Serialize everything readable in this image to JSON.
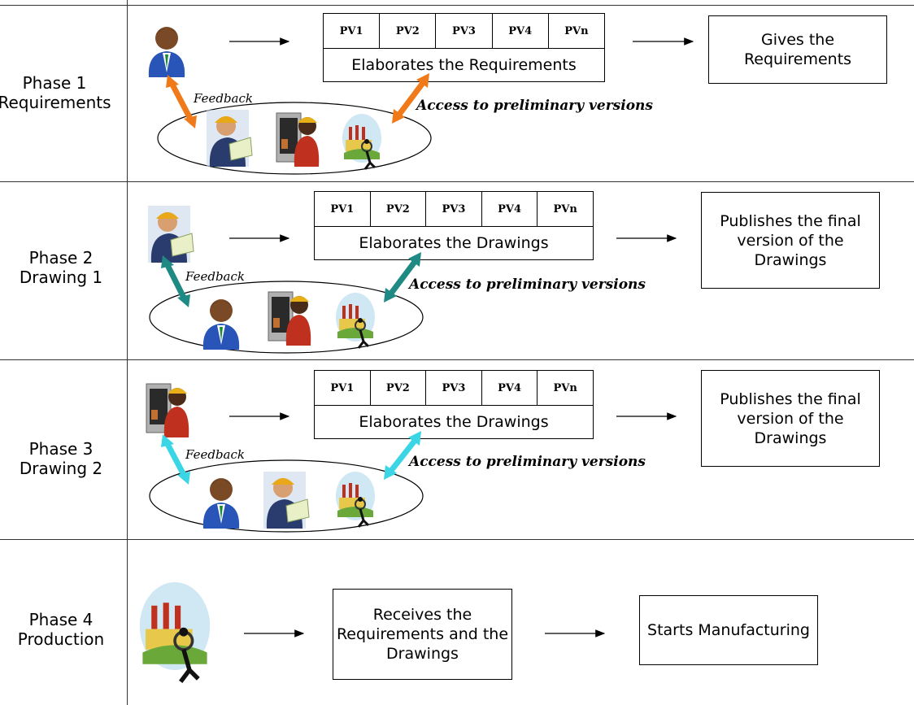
{
  "phases": [
    {
      "label_line1": "Phase 1",
      "label_line2": "Requirements",
      "pv_labels": [
        "PV1",
        "PV2",
        "PV3",
        "PV4",
        "PVn"
      ],
      "pv_caption": "Elaborates the Requirements",
      "result": "Gives the Requirements",
      "feedback": "Feedback",
      "access": "Access to preliminary versions",
      "arrow_color": "#f07a1a"
    },
    {
      "label_line1": "Phase 2",
      "label_line2": "Drawing 1",
      "pv_labels": [
        "PV1",
        "PV2",
        "PV3",
        "PV4",
        "PVn"
      ],
      "pv_caption": "Elaborates the Drawings",
      "result": "Publishes the final version of the Drawings",
      "feedback": "Feedback",
      "access": "Access to preliminary versions",
      "arrow_color": "#1f8a84"
    },
    {
      "label_line1": "Phase 3",
      "label_line2": "Drawing  2",
      "pv_labels": [
        "PV1",
        "PV2",
        "PV3",
        "PV4",
        "PVn"
      ],
      "pv_caption": "Elaborates the Drawings",
      "result": "Publishes the final version of the Drawings",
      "feedback": "Feedback",
      "access": "Access to preliminary versions",
      "arrow_color": "#3ad6e6"
    },
    {
      "label_line1": "Phase 4",
      "label_line2": "Production",
      "receives": "Receives the Requirements and the Drawings",
      "result": "Starts Manufacturing"
    }
  ],
  "icons": {
    "customer": "businessman-icon",
    "engineer": "engineer-with-plans-icon",
    "worker": "worker-icon",
    "factory": "factory-icon"
  }
}
